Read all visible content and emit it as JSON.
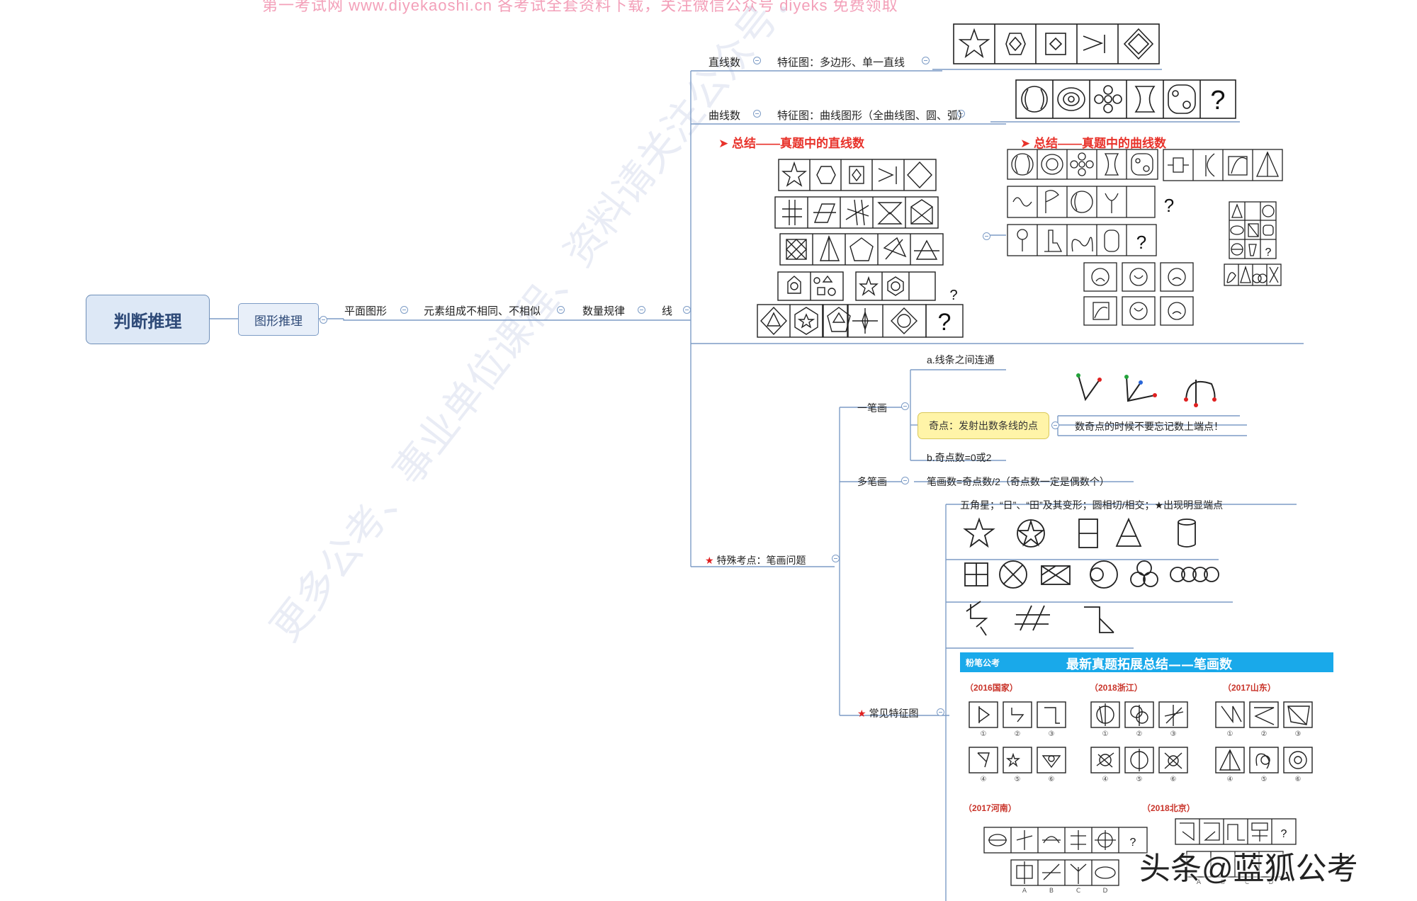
{
  "watermarks": {
    "top_line": "第一考试网 www.diyekaoshi.cn 各考试全套资料下载，关注微信公众号 diyeks 免费领取",
    "diagonal": "更多公考、事业单位课程、资料请关注公众号：「蓝狐公考」",
    "toutiao": "头条@蓝狐公考"
  },
  "root": {
    "label": "判断推理"
  },
  "level2": {
    "label": "图形推理"
  },
  "chain": {
    "n1": "平面图形",
    "n2": "元素组成不相同、不相似",
    "n3": "数量规律",
    "n4": "线"
  },
  "branches": {
    "straight": {
      "label": "直线数",
      "feature": "特征图：多边形、单一直线"
    },
    "curve": {
      "label": "曲线数",
      "feature": "特征图：曲线图形（全曲线图、圆、弧）"
    },
    "summary_straight": "总结——真题中的直线数",
    "summary_curve": "总结——真题中的曲线数",
    "one_stroke": {
      "label": "一笔画",
      "a": "a.线条之间连通",
      "odd_point": "奇点：发射出数条线的点",
      "odd_tip": "数奇点的时候不要忘记数上端点！",
      "b": "b.奇点数=0或2"
    },
    "multi_stroke": {
      "label": "多笔画",
      "formula": "笔画数=奇点数/2（奇点数一定是偶数个）"
    },
    "special": {
      "label": "特殊考点：笔画问题"
    },
    "common": {
      "label": "常见特征图",
      "header": "五角星；“日”、“田”及其变形；圆相切/相交；★出现明显端点"
    }
  },
  "expansion": {
    "banner_logo": "粉笔公考",
    "banner_title": "最新真题拓展总结——笔画数",
    "years": [
      "（2016国家）",
      "（2018浙江）",
      "（2017山东）",
      "（2017河南）",
      "（2018北京）"
    ],
    "circled": [
      "①",
      "②",
      "③",
      "④",
      "⑤",
      "⑥"
    ],
    "letters": [
      "A",
      "B",
      "C",
      "D"
    ]
  },
  "question_mark": "?",
  "colors": {
    "accent_blue": "#6f8fb8",
    "root_fill": "#dde8f6",
    "red_title": "#e8322a",
    "note_yellow": "#fff4a8",
    "banner_blue": "#19a9ea"
  }
}
